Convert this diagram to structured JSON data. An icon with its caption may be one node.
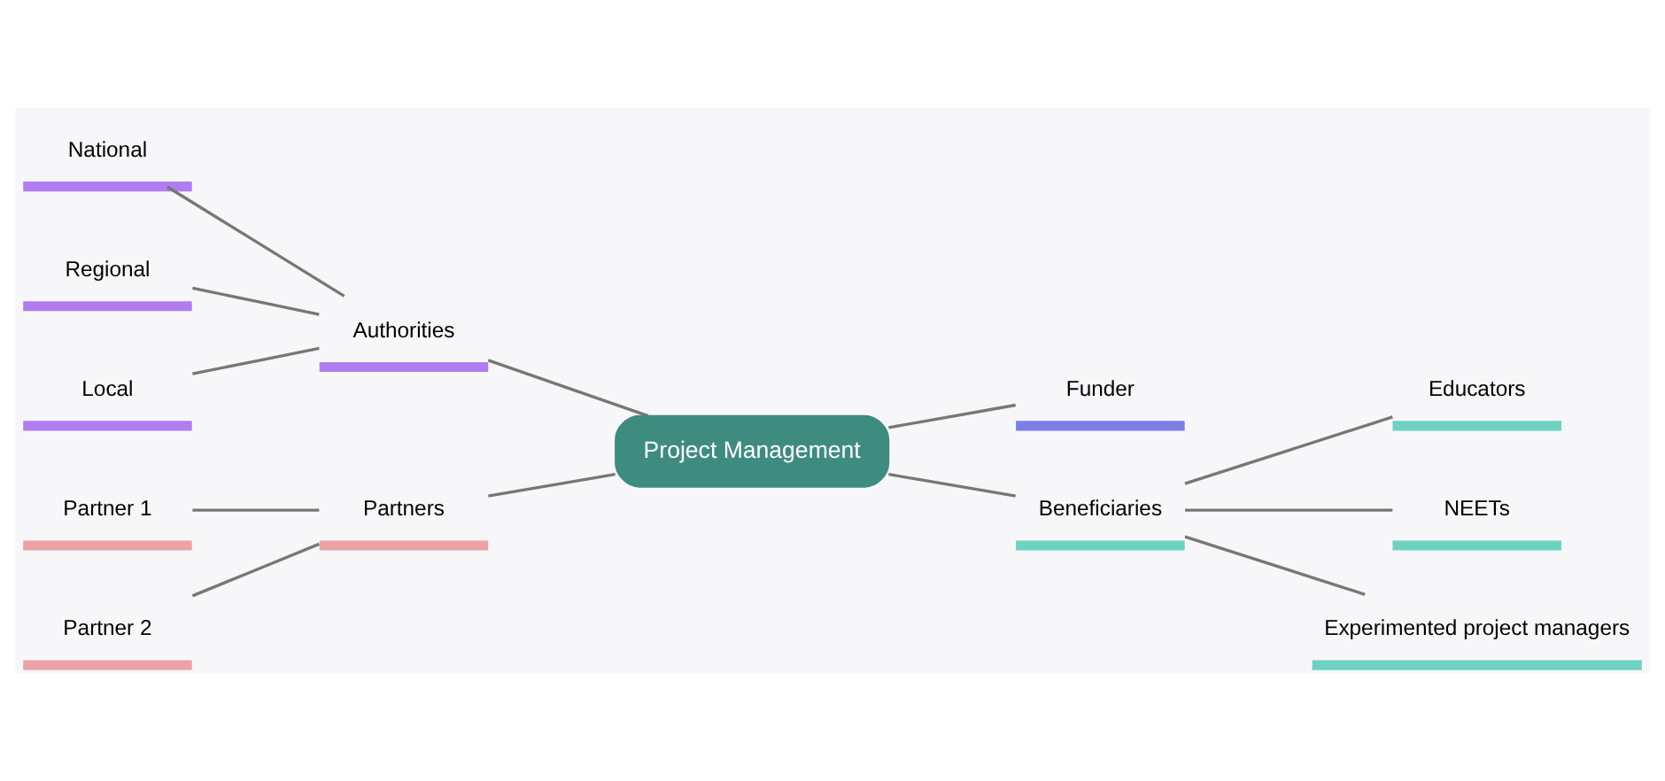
{
  "diagram": {
    "nodes": [
      {
        "text": [
          "Project Management"
        ]
      },
      {
        "text": [
          "Authorities"
        ]
      },
      {
        "text": [
          "National"
        ]
      },
      {
        "text": [
          "Regional"
        ]
      },
      {
        "text": [
          "Local"
        ]
      },
      {
        "text": [
          "Partners"
        ]
      },
      {
        "text": [
          "Partner 1"
        ]
      },
      {
        "text": [
          "Partner 2"
        ]
      },
      {
        "text": [
          "Funder"
        ]
      },
      {
        "text": [
          "Beneficiaries"
        ]
      },
      {
        "text": [
          "Educators"
        ]
      },
      {
        "text": [
          "NEETs"
        ]
      },
      {
        "text": [
          "Experimented project managers"
        ]
      }
    ],
    "edges": [
      {
        "from": 2,
        "to": 1,
        "arrow": "none"
      },
      {
        "from": 3,
        "to": 1,
        "arrow": "none"
      },
      {
        "from": 4,
        "to": 1,
        "arrow": "none"
      },
      {
        "from": 1,
        "to": 0,
        "arrow": "none"
      },
      {
        "from": 6,
        "to": 5,
        "arrow": "none"
      },
      {
        "from": 7,
        "to": 5,
        "arrow": "none"
      },
      {
        "from": 5,
        "to": 0,
        "arrow": "none"
      },
      {
        "from": 0,
        "to": 8,
        "arrow": "none"
      },
      {
        "from": 0,
        "to": 9,
        "arrow": "none"
      },
      {
        "from": 9,
        "to": 10,
        "arrow": "none"
      },
      {
        "from": 9,
        "to": 11,
        "arrow": "none"
      },
      {
        "from": 9,
        "to": 12,
        "arrow": "none"
      }
    ]
  }
}
